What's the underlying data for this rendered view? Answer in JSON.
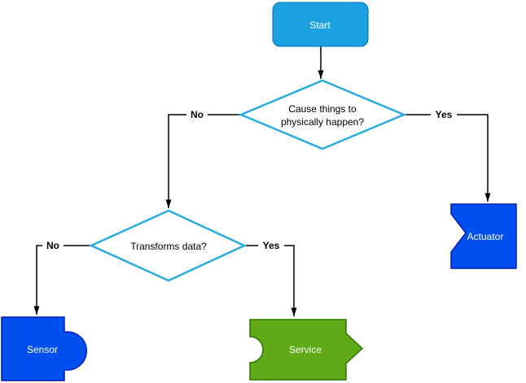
{
  "colors": {
    "canvas_bg": "#FFFFFF",
    "start_fill": "#1BA1E2",
    "start_stroke": "#006EAF",
    "decision_fill": "#FFFFFF",
    "decision_stroke": "#29ABE2",
    "module_fill": "#0050EF",
    "module_stroke": "#001DBC",
    "service_fill": "#60A917",
    "service_stroke": "#2D7600",
    "edge_stroke": "#000000",
    "text_on_dark": "#FFFFFF",
    "text_on_light": "#000000"
  },
  "nodes": {
    "start": {
      "label": "Start"
    },
    "decision_physical": {
      "line1": "Cause things to",
      "line2": "physically happen?"
    },
    "decision_transforms": {
      "label": "Transforms data?"
    },
    "actuator": {
      "label": "Actuator"
    },
    "sensor": {
      "label": "Sensor"
    },
    "service": {
      "label": "Service"
    }
  },
  "edge_labels": {
    "physical_no": "No",
    "physical_yes": "Yes",
    "transforms_no": "No",
    "transforms_yes": "Yes"
  }
}
